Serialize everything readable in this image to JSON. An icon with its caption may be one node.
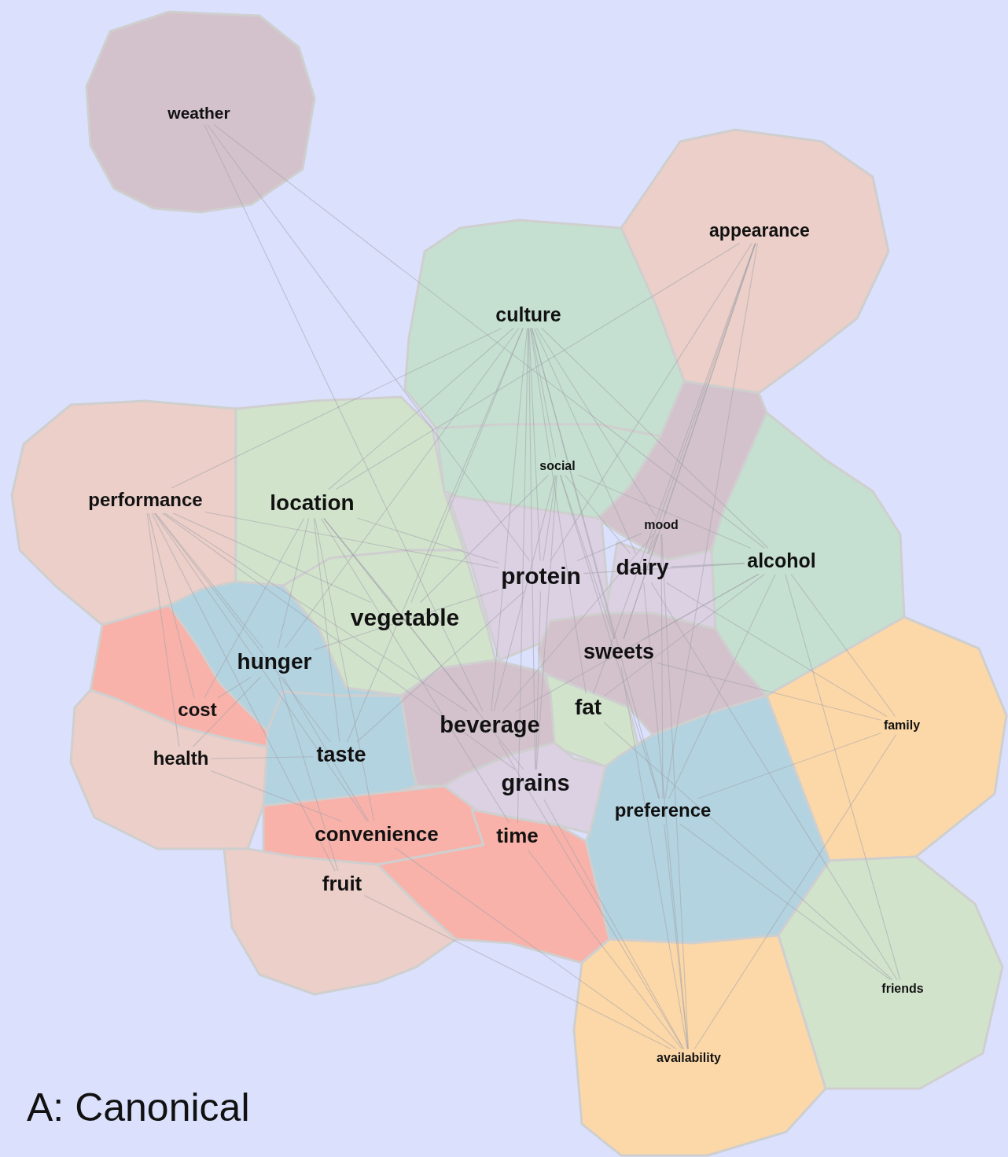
{
  "diagram": {
    "title": "A: Canonical",
    "nodes": [
      {
        "text": [
          "weather"
        ]
      },
      {
        "text": [
          "appearance"
        ]
      },
      {
        "text": [
          "culture"
        ]
      },
      {
        "text": [
          "performance"
        ]
      },
      {
        "text": [
          "location"
        ]
      },
      {
        "text": [
          "social"
        ]
      },
      {
        "text": [
          "mood"
        ]
      },
      {
        "text": [
          "alcohol"
        ]
      },
      {
        "text": [
          "protein"
        ]
      },
      {
        "text": [
          "dairy"
        ]
      },
      {
        "text": [
          "vegetable"
        ]
      },
      {
        "text": [
          "hunger"
        ]
      },
      {
        "text": [
          "sweets"
        ]
      },
      {
        "text": [
          "cost"
        ]
      },
      {
        "text": [
          "fat"
        ]
      },
      {
        "text": [
          "beverage"
        ]
      },
      {
        "text": [
          "family"
        ]
      },
      {
        "text": [
          "health"
        ]
      },
      {
        "text": [
          "taste"
        ]
      },
      {
        "text": [
          "grains"
        ]
      },
      {
        "text": [
          "preference"
        ]
      },
      {
        "text": [
          "convenience"
        ]
      },
      {
        "text": [
          "time"
        ]
      },
      {
        "text": [
          "fruit"
        ]
      },
      {
        "text": [
          "friends"
        ]
      },
      {
        "text": [
          "availability"
        ]
      }
    ],
    "edges": [
      {
        "from": 0,
        "to": 15,
        "arrow": "none"
      },
      {
        "from": 0,
        "to": 8,
        "arrow": "none"
      },
      {
        "from": 0,
        "to": 7,
        "arrow": "none"
      },
      {
        "from": 1,
        "to": 6,
        "arrow": "none"
      },
      {
        "from": 1,
        "to": 9,
        "arrow": "none"
      },
      {
        "from": 1,
        "to": 12,
        "arrow": "none"
      },
      {
        "from": 1,
        "to": 14,
        "arrow": "none"
      },
      {
        "from": 1,
        "to": 20,
        "arrow": "none"
      },
      {
        "from": 1,
        "to": 8,
        "arrow": "none"
      },
      {
        "from": 1,
        "to": 4,
        "arrow": "none"
      },
      {
        "from": 2,
        "to": 5,
        "arrow": "none"
      },
      {
        "from": 2,
        "to": 8,
        "arrow": "none"
      },
      {
        "from": 2,
        "to": 9,
        "arrow": "none"
      },
      {
        "from": 2,
        "to": 10,
        "arrow": "none"
      },
      {
        "from": 2,
        "to": 15,
        "arrow": "none"
      },
      {
        "from": 2,
        "to": 19,
        "arrow": "none"
      },
      {
        "from": 2,
        "to": 12,
        "arrow": "none"
      },
      {
        "from": 2,
        "to": 14,
        "arrow": "none"
      },
      {
        "from": 2,
        "to": 4,
        "arrow": "none"
      },
      {
        "from": 2,
        "to": 3,
        "arrow": "none"
      },
      {
        "from": 2,
        "to": 20,
        "arrow": "none"
      },
      {
        "from": 2,
        "to": 6,
        "arrow": "none"
      },
      {
        "from": 2,
        "to": 7,
        "arrow": "none"
      },
      {
        "from": 2,
        "to": 11,
        "arrow": "none"
      },
      {
        "from": 2,
        "to": 18,
        "arrow": "none"
      },
      {
        "from": 2,
        "to": 22,
        "arrow": "none"
      },
      {
        "from": 3,
        "to": 11,
        "arrow": "none"
      },
      {
        "from": 3,
        "to": 13,
        "arrow": "none"
      },
      {
        "from": 3,
        "to": 17,
        "arrow": "none"
      },
      {
        "from": 3,
        "to": 18,
        "arrow": "none"
      },
      {
        "from": 3,
        "to": 10,
        "arrow": "none"
      },
      {
        "from": 3,
        "to": 21,
        "arrow": "none"
      },
      {
        "from": 3,
        "to": 8,
        "arrow": "none"
      },
      {
        "from": 3,
        "to": 15,
        "arrow": "none"
      },
      {
        "from": 3,
        "to": 19,
        "arrow": "none"
      },
      {
        "from": 3,
        "to": 23,
        "arrow": "none"
      },
      {
        "from": 4,
        "to": 10,
        "arrow": "none"
      },
      {
        "from": 4,
        "to": 11,
        "arrow": "none"
      },
      {
        "from": 4,
        "to": 18,
        "arrow": "none"
      },
      {
        "from": 4,
        "to": 8,
        "arrow": "none"
      },
      {
        "from": 4,
        "to": 15,
        "arrow": "none"
      },
      {
        "from": 4,
        "to": 21,
        "arrow": "none"
      },
      {
        "from": 4,
        "to": 22,
        "arrow": "none"
      },
      {
        "from": 4,
        "to": 19,
        "arrow": "none"
      },
      {
        "from": 4,
        "to": 13,
        "arrow": "none"
      },
      {
        "from": 5,
        "to": 8,
        "arrow": "none"
      },
      {
        "from": 5,
        "to": 9,
        "arrow": "none"
      },
      {
        "from": 5,
        "to": 10,
        "arrow": "none"
      },
      {
        "from": 5,
        "to": 15,
        "arrow": "none"
      },
      {
        "from": 5,
        "to": 19,
        "arrow": "none"
      },
      {
        "from": 5,
        "to": 12,
        "arrow": "none"
      },
      {
        "from": 5,
        "to": 7,
        "arrow": "none"
      },
      {
        "from": 5,
        "to": 20,
        "arrow": "none"
      },
      {
        "from": 6,
        "to": 8,
        "arrow": "none"
      },
      {
        "from": 6,
        "to": 9,
        "arrow": "none"
      },
      {
        "from": 6,
        "to": 12,
        "arrow": "none"
      },
      {
        "from": 6,
        "to": 15,
        "arrow": "none"
      },
      {
        "from": 6,
        "to": 20,
        "arrow": "none"
      },
      {
        "from": 6,
        "to": 25,
        "arrow": "none"
      },
      {
        "from": 7,
        "to": 9,
        "arrow": "none"
      },
      {
        "from": 7,
        "to": 12,
        "arrow": "none"
      },
      {
        "from": 7,
        "to": 8,
        "arrow": "none"
      },
      {
        "from": 7,
        "to": 15,
        "arrow": "none"
      },
      {
        "from": 7,
        "to": 14,
        "arrow": "none"
      },
      {
        "from": 7,
        "to": 16,
        "arrow": "none"
      },
      {
        "from": 7,
        "to": 24,
        "arrow": "none"
      },
      {
        "from": 7,
        "to": 20,
        "arrow": "none"
      },
      {
        "from": 8,
        "to": 11,
        "arrow": "none"
      },
      {
        "from": 8,
        "to": 18,
        "arrow": "none"
      },
      {
        "from": 8,
        "to": 19,
        "arrow": "none"
      },
      {
        "from": 9,
        "to": 16,
        "arrow": "none"
      },
      {
        "from": 9,
        "to": 24,
        "arrow": "none"
      },
      {
        "from": 9,
        "to": 25,
        "arrow": "none"
      },
      {
        "from": 11,
        "to": 13,
        "arrow": "none"
      },
      {
        "from": 11,
        "to": 17,
        "arrow": "none"
      },
      {
        "from": 11,
        "to": 21,
        "arrow": "none"
      },
      {
        "from": 11,
        "to": 23,
        "arrow": "none"
      },
      {
        "from": 12,
        "to": 16,
        "arrow": "none"
      },
      {
        "from": 12,
        "to": 25,
        "arrow": "none"
      },
      {
        "from": 14,
        "to": 24,
        "arrow": "none"
      },
      {
        "from": 15,
        "to": 25,
        "arrow": "none"
      },
      {
        "from": 17,
        "to": 18,
        "arrow": "none"
      },
      {
        "from": 17,
        "to": 21,
        "arrow": "none"
      },
      {
        "from": 20,
        "to": 16,
        "arrow": "none"
      },
      {
        "from": 20,
        "to": 24,
        "arrow": "none"
      },
      {
        "from": 20,
        "to": 25,
        "arrow": "none"
      },
      {
        "from": 21,
        "to": 25,
        "arrow": "none"
      },
      {
        "from": 22,
        "to": 25,
        "arrow": "none"
      },
      {
        "from": 19,
        "to": 25,
        "arrow": "none"
      },
      {
        "from": 23,
        "to": 25,
        "arrow": "none"
      },
      {
        "from": 16,
        "to": 25,
        "arrow": "none"
      }
    ]
  }
}
